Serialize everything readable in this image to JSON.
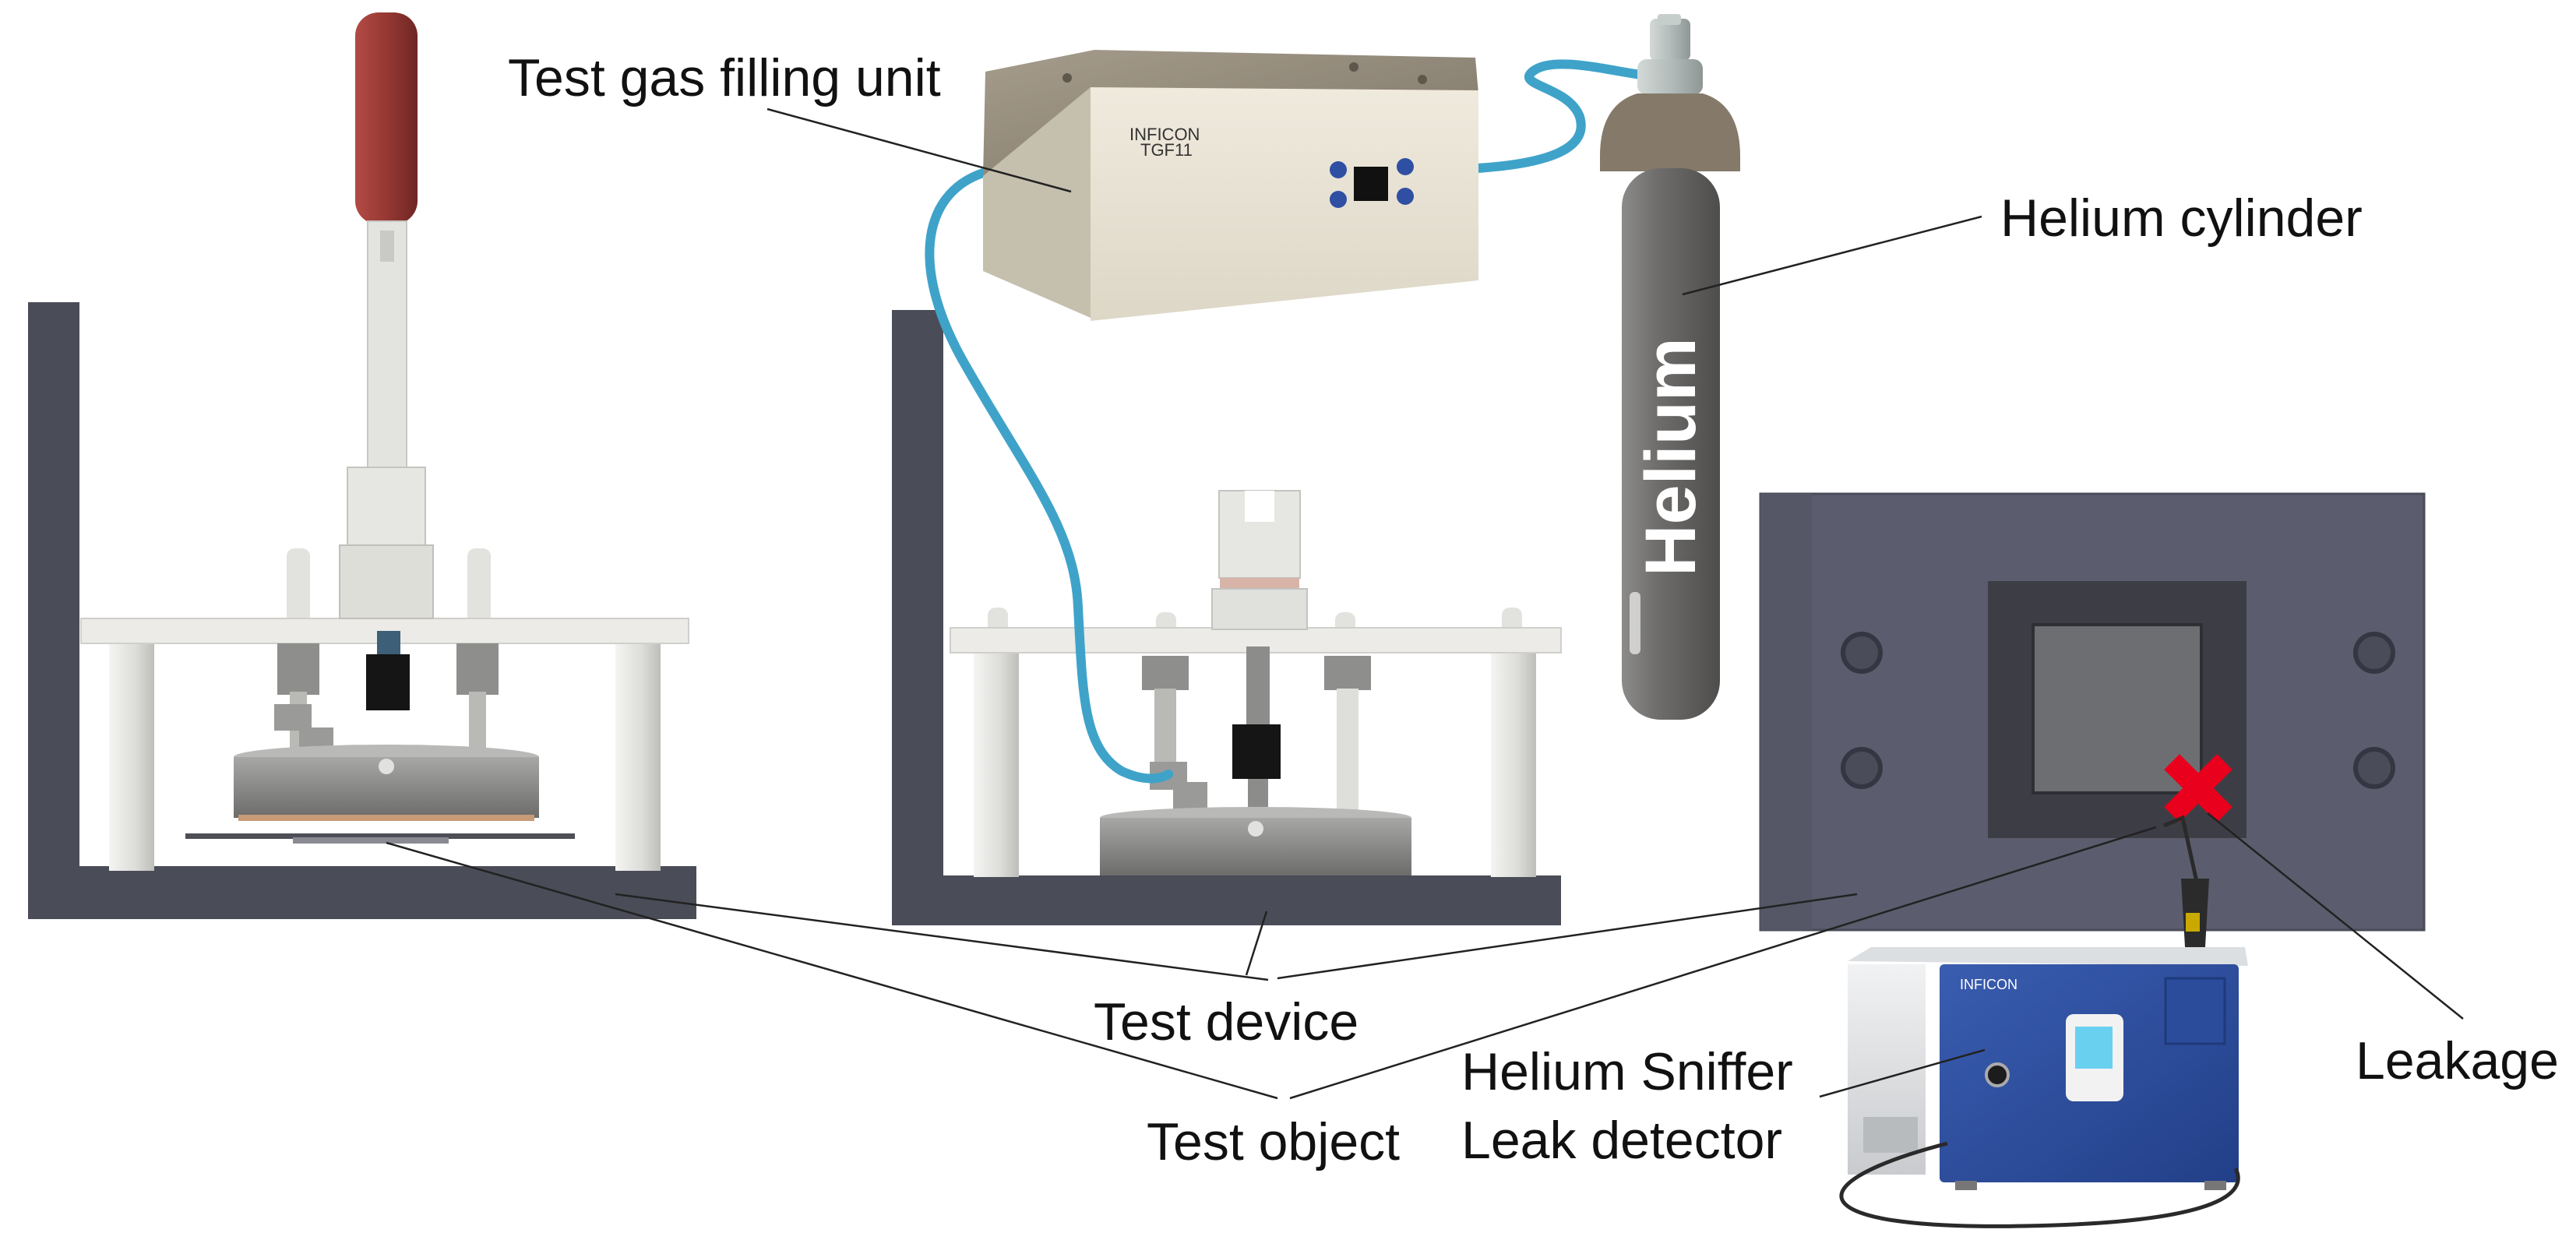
{
  "labels": {
    "test_gas_filling_unit": "Test gas filling unit",
    "helium_cylinder": "Helium cylinder",
    "test_device": "Test device",
    "test_object": "Test object",
    "helium_sniffer_line1": "Helium Sniffer",
    "helium_sniffer_line2": "Leak detector",
    "leakage": "Leakage"
  },
  "cylinder_text": "Helium",
  "brand": {
    "filling_unit_logo": "INFICON",
    "filling_unit_model": "TGF11",
    "detector_logo": "INFICON"
  },
  "colors": {
    "hose": "#3fa3c9",
    "frame": "#4a4c58",
    "cylinder": "#6f6e6c",
    "cylinder_valve": "#b9c2c0",
    "handle": "#9a3a36",
    "filling_unit_body": "#e8e3d5",
    "detector_front": "#2d4fa0",
    "leak_marker": "#e8001c",
    "test_object_plate": "#5b5d6e"
  }
}
